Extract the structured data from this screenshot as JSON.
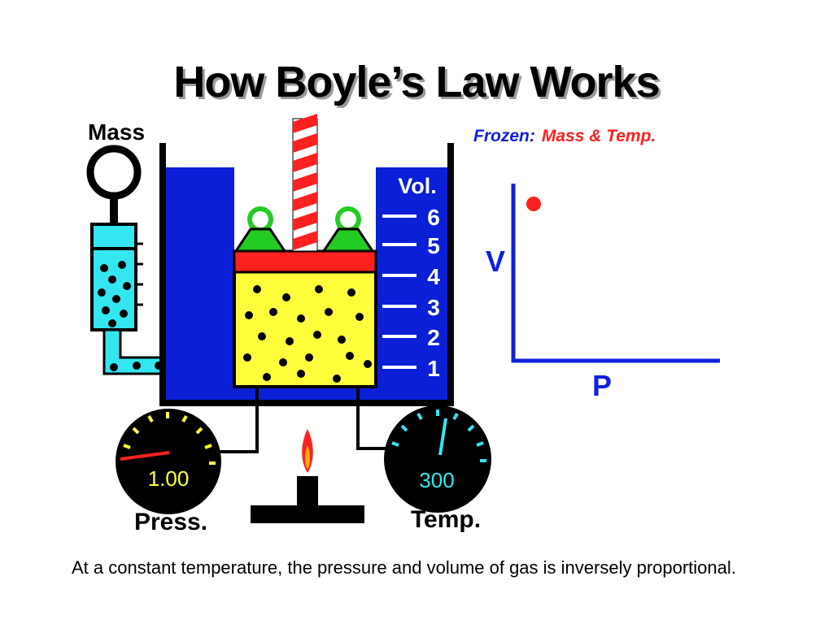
{
  "slide": {
    "title": "How Boyle’s Law Works",
    "caption": "At a constant temperature, the pressure and volume of gas is inversely proportional."
  },
  "apparatus": {
    "mass_label": "Mass",
    "volume_label": "Vol.",
    "volume_ticks": [
      "6",
      "5",
      "4",
      "3",
      "2",
      "1"
    ],
    "pressure_label": "Press.",
    "pressure_reading": "1.00",
    "temperature_label": "Temp.",
    "temperature_reading": "300"
  },
  "graph": {
    "frozen_label": "Frozen:",
    "frozen_values": "Mass & Temp.",
    "x_axis_label": "P",
    "y_axis_label": "V"
  },
  "chart_data": {
    "type": "scatter",
    "xlabel": "P",
    "ylabel": "V",
    "series": [
      {
        "values": []
      }
    ]
  },
  "colors": {
    "water": "#0a1fd6",
    "gas": "#ffff3c",
    "piston": "#ff2020",
    "weight": "#22cc22",
    "mass_tube": "#33e6f0",
    "frozen_label": "#1020e0",
    "frozen_values": "#ff2020",
    "gauge_face": "#000000",
    "press_needle": "#ff2020",
    "temp_needle": "#33e6f0",
    "dot": "#ff2020"
  }
}
